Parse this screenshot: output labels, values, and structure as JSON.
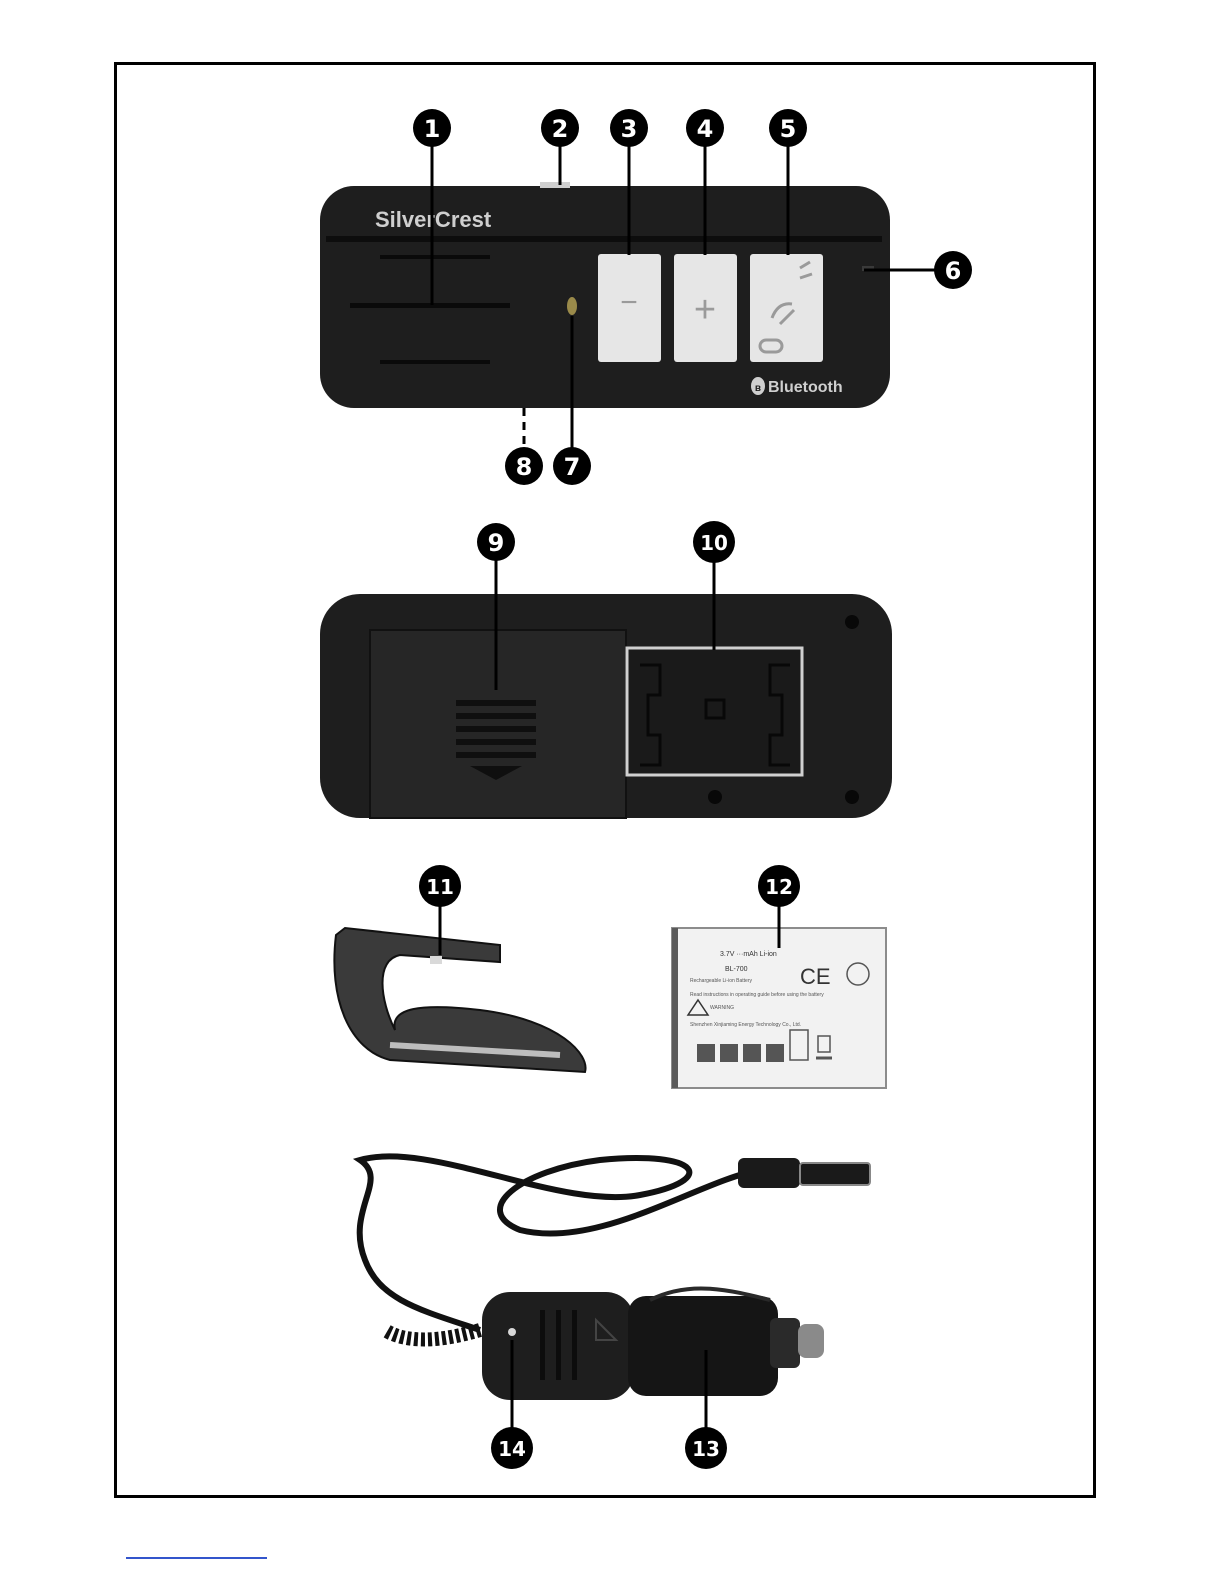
{
  "device_front": {
    "brand": "SilverCrest",
    "buttons": {
      "minus": "−",
      "plus": "+"
    },
    "bluetooth_label": "Bluetooth",
    "bluetooth_symbol": "ʙ"
  },
  "battery": {
    "lines": [
      "3.7V   ···mAh   Li-ion",
      "BL-700",
      "Rechargeable Li-ion Battery",
      "Read instructions in operating guide before using the battery",
      "WARNING",
      "Shenzhen Xinjiaming Energy Technology Co., Ltd."
    ]
  },
  "callouts": [
    {
      "id": "c1",
      "label": "1"
    },
    {
      "id": "c2",
      "label": "2"
    },
    {
      "id": "c3",
      "label": "3"
    },
    {
      "id": "c4",
      "label": "4"
    },
    {
      "id": "c5",
      "label": "5"
    },
    {
      "id": "c6",
      "label": "6"
    },
    {
      "id": "c7",
      "label": "7"
    },
    {
      "id": "c8",
      "label": "8"
    },
    {
      "id": "c9",
      "label": "9"
    },
    {
      "id": "c10",
      "label": "10"
    },
    {
      "id": "c11",
      "label": "11"
    },
    {
      "id": "c12",
      "label": "12"
    },
    {
      "id": "c13",
      "label": "13"
    },
    {
      "id": "c14",
      "label": "14"
    }
  ],
  "colors": {
    "device": "#1e1e1e",
    "button": "#e6e6e6",
    "callout": "#000000"
  }
}
